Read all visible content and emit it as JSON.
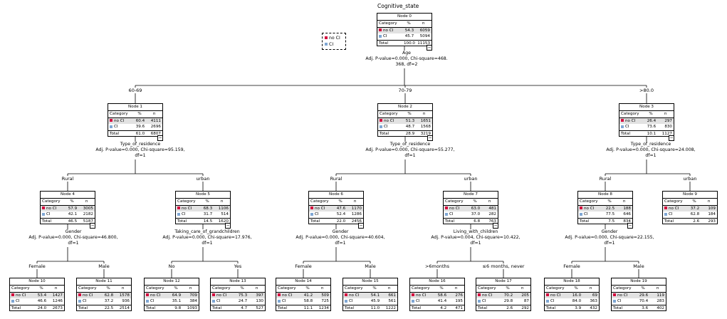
{
  "title": "Cognitive_state",
  "legend": [
    {
      "label": "no CI",
      "color": "#d40d3f"
    },
    {
      "label": "CI",
      "color": "#7fa7d4"
    }
  ],
  "colors": {
    "noci": "#d40d3f",
    "ci": "#7fa7d4"
  },
  "table_headers": {
    "category": "Category",
    "pct": "%",
    "n": "n"
  },
  "total_label": "Total",
  "nodes": [
    {
      "id": "node-0",
      "title": "Node 0",
      "rows": [
        {
          "cat": "no CI",
          "pct": "54.3",
          "n": "6059"
        },
        {
          "cat": "CI",
          "pct": "45.7",
          "n": "5094"
        }
      ],
      "total": {
        "pct": "100.0",
        "n": "11153"
      }
    },
    {
      "id": "node-1",
      "title": "Node 1",
      "rows": [
        {
          "cat": "no CI",
          "pct": "60.4",
          "n": "4111"
        },
        {
          "cat": "CI",
          "pct": "39.6",
          "n": "2696"
        }
      ],
      "total": {
        "pct": "61.0",
        "n": "6807"
      }
    },
    {
      "id": "node-2",
      "title": "Node 2",
      "rows": [
        {
          "cat": "no CI",
          "pct": "51.3",
          "n": "1651"
        },
        {
          "cat": "CI",
          "pct": "48.7",
          "n": "1568"
        }
      ],
      "total": {
        "pct": "28.9",
        "n": "3219"
      }
    },
    {
      "id": "node-3",
      "title": "Node 3",
      "rows": [
        {
          "cat": "no CI",
          "pct": "26.4",
          "n": "297"
        },
        {
          "cat": "CI",
          "pct": "73.6",
          "n": "830"
        }
      ],
      "total": {
        "pct": "10.1",
        "n": "1127"
      }
    },
    {
      "id": "node-4",
      "title": "Node 4",
      "rows": [
        {
          "cat": "no CI",
          "pct": "57.9",
          "n": "3005"
        },
        {
          "cat": "CI",
          "pct": "42.1",
          "n": "2182"
        }
      ],
      "total": {
        "pct": "46.5",
        "n": "5187"
      }
    },
    {
      "id": "node-5",
      "title": "Node 5",
      "rows": [
        {
          "cat": "no CI",
          "pct": "68.3",
          "n": "1106"
        },
        {
          "cat": "CI",
          "pct": "31.7",
          "n": "514"
        }
      ],
      "total": {
        "pct": "14.5",
        "n": "1620"
      }
    },
    {
      "id": "node-6",
      "title": "Node 6",
      "rows": [
        {
          "cat": "no CI",
          "pct": "47.6",
          "n": "1170"
        },
        {
          "cat": "CI",
          "pct": "52.4",
          "n": "1286"
        }
      ],
      "total": {
        "pct": "22.0",
        "n": "2456"
      }
    },
    {
      "id": "node-7",
      "title": "Node 7",
      "rows": [
        {
          "cat": "no CI",
          "pct": "63.0",
          "n": "481"
        },
        {
          "cat": "CI",
          "pct": "37.0",
          "n": "282"
        }
      ],
      "total": {
        "pct": "6.8",
        "n": "763"
      }
    },
    {
      "id": "node-8",
      "title": "Node 8",
      "rows": [
        {
          "cat": "no CI",
          "pct": "22.5",
          "n": "188"
        },
        {
          "cat": "CI",
          "pct": "77.5",
          "n": "646"
        }
      ],
      "total": {
        "pct": "7.5",
        "n": "834"
      }
    },
    {
      "id": "node-9",
      "title": "Node 9",
      "rows": [
        {
          "cat": "no CI",
          "pct": "37.2",
          "n": "109"
        },
        {
          "cat": "CI",
          "pct": "62.8",
          "n": "184"
        }
      ],
      "total": {
        "pct": "2.6",
        "n": "293"
      }
    },
    {
      "id": "node-10",
      "title": "Node 10",
      "rows": [
        {
          "cat": "no CI",
          "pct": "53.4",
          "n": "1427"
        },
        {
          "cat": "CI",
          "pct": "46.6",
          "n": "1246"
        }
      ],
      "total": {
        "pct": "24.0",
        "n": "2673"
      }
    },
    {
      "id": "node-11",
      "title": "Node 11",
      "rows": [
        {
          "cat": "no CI",
          "pct": "62.8",
          "n": "1578"
        },
        {
          "cat": "CI",
          "pct": "37.2",
          "n": "936"
        }
      ],
      "total": {
        "pct": "22.5",
        "n": "2514"
      }
    },
    {
      "id": "node-12",
      "title": "Node 12",
      "rows": [
        {
          "cat": "no CI",
          "pct": "64.9",
          "n": "709"
        },
        {
          "cat": "CI",
          "pct": "35.1",
          "n": "384"
        }
      ],
      "total": {
        "pct": "9.8",
        "n": "1093"
      }
    },
    {
      "id": "node-13",
      "title": "Node 13",
      "rows": [
        {
          "cat": "no CI",
          "pct": "75.3",
          "n": "397"
        },
        {
          "cat": "CI",
          "pct": "24.7",
          "n": "130"
        }
      ],
      "total": {
        "pct": "4.7",
        "n": "527"
      }
    },
    {
      "id": "node-14",
      "title": "Node 14",
      "rows": [
        {
          "cat": "no CI",
          "pct": "41.2",
          "n": "509"
        },
        {
          "cat": "CI",
          "pct": "58.8",
          "n": "725"
        }
      ],
      "total": {
        "pct": "11.1",
        "n": "1234"
      }
    },
    {
      "id": "node-15",
      "title": "Node 15",
      "rows": [
        {
          "cat": "no CI",
          "pct": "54.1",
          "n": "661"
        },
        {
          "cat": "CI",
          "pct": "45.9",
          "n": "561"
        }
      ],
      "total": {
        "pct": "11.0",
        "n": "1222"
      }
    },
    {
      "id": "node-16",
      "title": "Node 16",
      "rows": [
        {
          "cat": "no CI",
          "pct": "58.6",
          "n": "276"
        },
        {
          "cat": "CI",
          "pct": "41.4",
          "n": "195"
        }
      ],
      "total": {
        "pct": "4.2",
        "n": "471"
      }
    },
    {
      "id": "node-17",
      "title": "Node 17",
      "rows": [
        {
          "cat": "no CI",
          "pct": "70.2",
          "n": "205"
        },
        {
          "cat": "CI",
          "pct": "29.8",
          "n": "87"
        }
      ],
      "total": {
        "pct": "2.6",
        "n": "292"
      }
    },
    {
      "id": "node-18",
      "title": "Node 18",
      "rows": [
        {
          "cat": "no CI",
          "pct": "16.0",
          "n": "69"
        },
        {
          "cat": "CI",
          "pct": "84.0",
          "n": "363"
        }
      ],
      "total": {
        "pct": "3.9",
        "n": "432"
      }
    },
    {
      "id": "node-19",
      "title": "Node 19",
      "rows": [
        {
          "cat": "no CI",
          "pct": "29.6",
          "n": "119"
        },
        {
          "cat": "CI",
          "pct": "70.4",
          "n": "283"
        }
      ],
      "total": {
        "pct": "3.6",
        "n": "402"
      }
    }
  ],
  "splits": [
    {
      "id": "split-0",
      "lines": [
        "Age",
        "Adj. P-value=0.000, Chi-square=468.",
        "368, df=2"
      ]
    },
    {
      "id": "split-1",
      "lines": [
        "Type_of_residence",
        "Adj. P-value=0.000, Chi-square=95.159,",
        "df=1"
      ]
    },
    {
      "id": "split-2",
      "lines": [
        "Type_of_residence",
        "Adj. P-value=0.000, Chi-square=55.277,",
        "df=1"
      ]
    },
    {
      "id": "split-3",
      "lines": [
        "Type_of_residence",
        "Adj. P-value=0.000, Chi-square=24.008,",
        "df=1"
      ]
    },
    {
      "id": "split-4",
      "lines": [
        "Gender",
        "Adj. P-value=0.000, Chi-square=46.800,",
        "df=1"
      ]
    },
    {
      "id": "split-5",
      "lines": [
        "Taking_care_of_grandchildren",
        "Adj. P-value=0.000, Chi-square=17.976,",
        "df=1"
      ]
    },
    {
      "id": "split-6",
      "lines": [
        "Gender",
        "Adj. P-value=0.000, Chi-square=40.604,",
        "df=1"
      ]
    },
    {
      "id": "split-7",
      "lines": [
        "Living_with_children",
        "Adj. P-value=0.004, Chi-square=10.422,",
        "df=1"
      ]
    },
    {
      "id": "split-8",
      "lines": [
        "Gender",
        "Adj. P-value=0.000, Chi-square=22.155,",
        "df=1"
      ]
    }
  ],
  "branch_labels": [
    {
      "id": "b-1",
      "text": "60-69"
    },
    {
      "id": "b-2",
      "text": "70-79"
    },
    {
      "id": "b-3",
      "text": ">80.0"
    },
    {
      "id": "b-4",
      "text": "Rural"
    },
    {
      "id": "b-5",
      "text": "urban"
    },
    {
      "id": "b-6",
      "text": "Rural"
    },
    {
      "id": "b-7",
      "text": "urban"
    },
    {
      "id": "b-8",
      "text": "Rural"
    },
    {
      "id": "b-9",
      "text": "urban"
    },
    {
      "id": "b-10",
      "text": "Female"
    },
    {
      "id": "b-11",
      "text": "Male"
    },
    {
      "id": "b-12",
      "text": "No"
    },
    {
      "id": "b-13",
      "text": "Yes"
    },
    {
      "id": "b-14",
      "text": "Female"
    },
    {
      "id": "b-15",
      "text": "Male"
    },
    {
      "id": "b-16",
      "text": ">6months"
    },
    {
      "id": "b-17",
      "text": "≤6 months, never"
    },
    {
      "id": "b-18",
      "text": "Female"
    },
    {
      "id": "b-19",
      "text": "Male"
    }
  ]
}
